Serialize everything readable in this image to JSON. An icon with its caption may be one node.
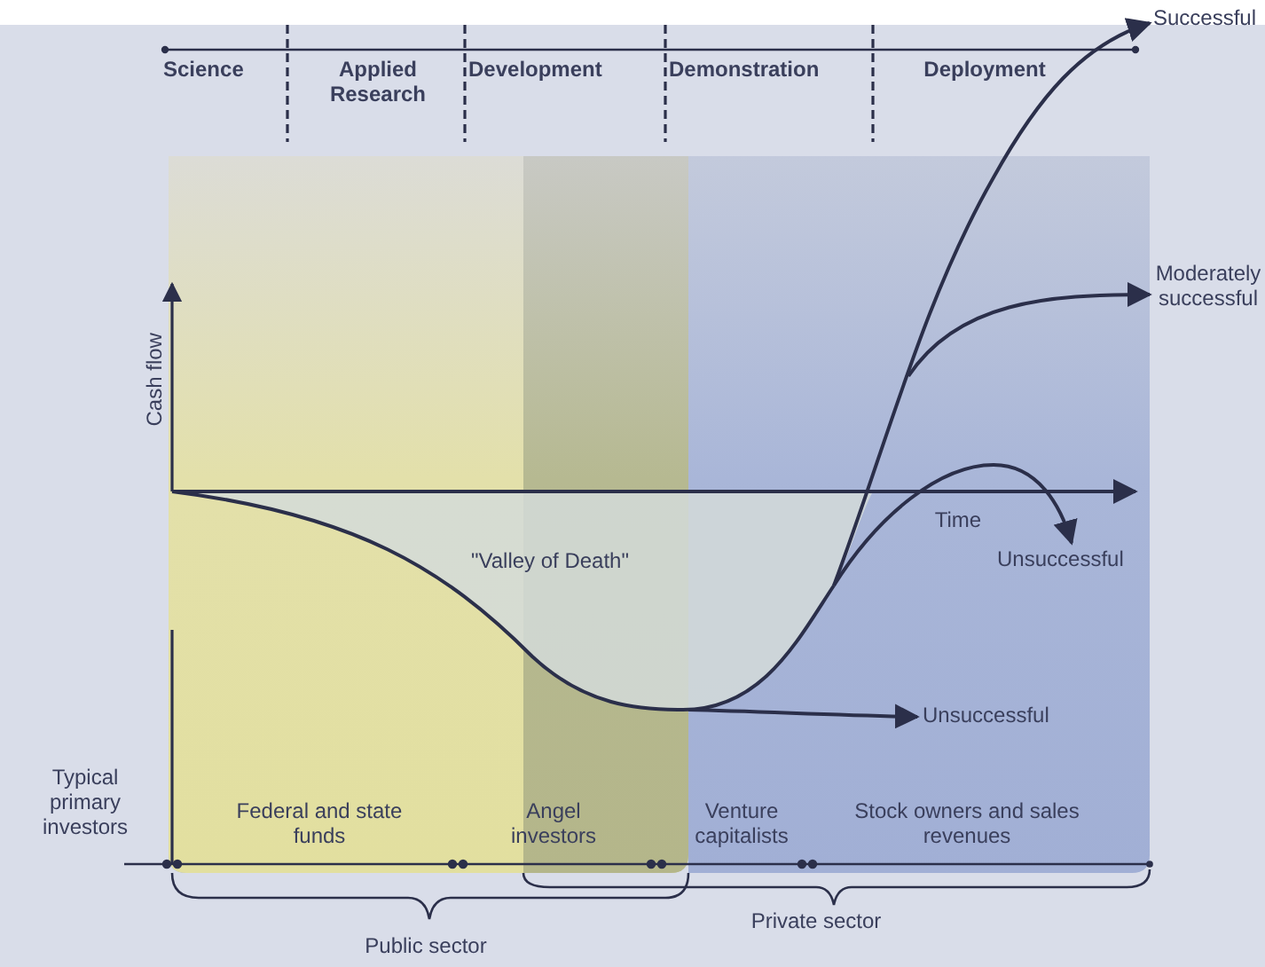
{
  "diagram": {
    "nodes": [
      {
        "text": [
          "Successful"
        ]
      },
      {
        "text": [
          "Moderately successful"
        ]
      },
      {
        "text": [
          "Unsuccessful"
        ]
      },
      {
        "text": [
          "Unsuccessful"
        ]
      }
    ],
    "edges": [
      {
        "from": null,
        "to": 0,
        "arrow": "to"
      },
      {
        "from": null,
        "to": 1,
        "arrow": "to"
      },
      {
        "from": null,
        "to": 2,
        "arrow": "to"
      },
      {
        "from": null,
        "to": 3,
        "arrow": "to"
      }
    ],
    "labels": [
      "Science",
      "Applied Research",
      "Development",
      "Demonstration",
      "Deployment",
      "Cash flow",
      "Time",
      "\"Valley of Death\"",
      "Typical primary investors",
      "Federal and state funds",
      "Angel investors",
      "Venture capitalists",
      "Stock owners and sales revenues",
      "Public sector",
      "Private sector"
    ]
  }
}
